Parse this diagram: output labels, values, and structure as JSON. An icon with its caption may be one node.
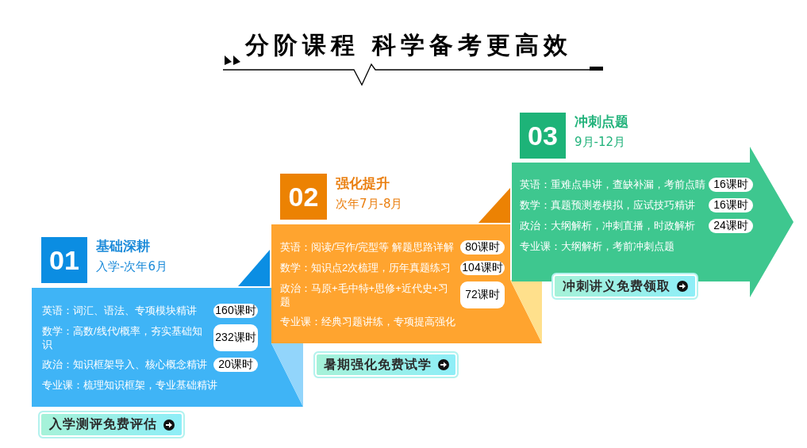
{
  "diagram": {
    "title": "分阶课程 科学备考更高效",
    "nodes": [
      {
        "text": [
          "01"
        ],
        "beside": [
          "基础深耕",
          "入学-次年6月"
        ]
      },
      {
        "text": [
          "英语：词汇、语法、专项模块精讲",
          "数学：高数/线代/概率，夯实基础知识",
          "政治：知识框架导入、核心概念精讲",
          "专业课：梳理知识框架，专业基础精讲"
        ]
      },
      {
        "text": [
          "160课时"
        ],
        "in": 1
      },
      {
        "text": [
          "232课时"
        ],
        "in": 1
      },
      {
        "text": [
          "20课时"
        ],
        "in": 1
      },
      {
        "text": [
          "入学测评免费评估"
        ]
      },
      {
        "text": [
          "02"
        ],
        "beside": [
          "强化提升",
          "次年7月-8月"
        ]
      },
      {
        "text": [
          "英语：阅读/写作/完型等 解题思路详解",
          "数学：知识点2次梳理，历年真题练习",
          "政治：马原+毛中特+思修+近代史+习题",
          "专业课：经典习题讲练，专项提高强化"
        ]
      },
      {
        "text": [
          "80课时"
        ],
        "in": 7
      },
      {
        "text": [
          "104课时"
        ],
        "in": 7
      },
      {
        "text": [
          "72课时"
        ],
        "in": 7
      },
      {
        "text": [
          "暑期强化免费试学"
        ]
      },
      {
        "text": [
          "03"
        ],
        "beside": [
          "冲刺点题",
          "9月-12月"
        ]
      },
      {
        "text": [
          "英语：重难点串讲，查缺补漏，考前点睛",
          "数学：真题预测卷模拟，应试技巧精讲",
          "政治：大纲解析，冲刺直播，时政解析",
          "专业课：大纲解析，考前冲刺点题"
        ]
      },
      {
        "text": [
          "16课时"
        ],
        "in": 13
      },
      {
        "text": [
          "16课时"
        ],
        "in": 13
      },
      {
        "text": [
          "24课时"
        ],
        "in": 13
      },
      {
        "text": [
          "冲刺讲义免费领取"
        ]
      }
    ]
  }
}
